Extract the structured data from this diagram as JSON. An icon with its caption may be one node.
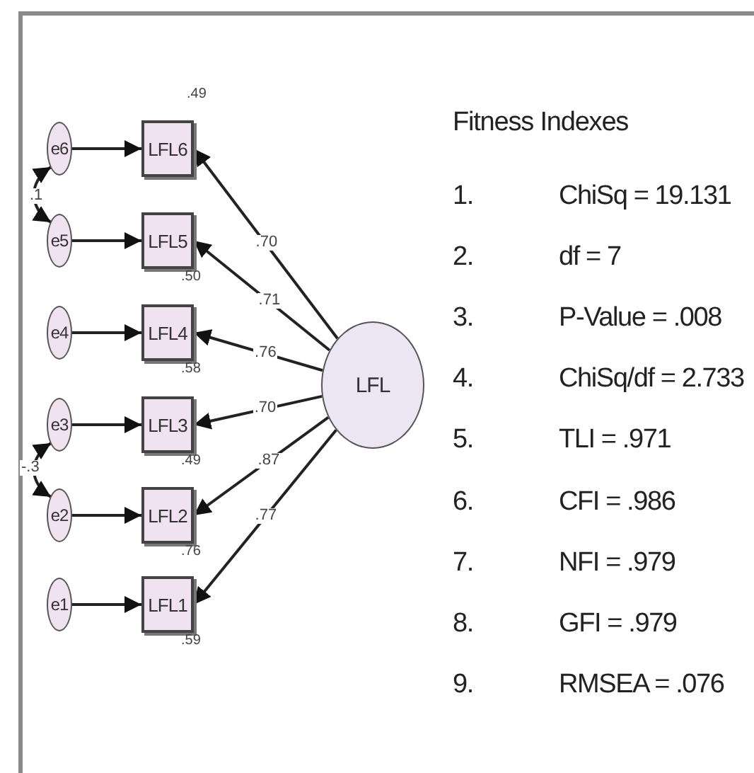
{
  "diagram": {
    "title": "Fitness Indexes",
    "nodes": [
      {
        "text": [
          "e6"
        ]
      },
      {
        "text": [
          "e5"
        ]
      },
      {
        "text": [
          "e4"
        ]
      },
      {
        "text": [
          "e3"
        ]
      },
      {
        "text": [
          "e2"
        ]
      },
      {
        "text": [
          "e1"
        ]
      },
      {
        "text": [
          "LFL6"
        ],
        "beside": [
          ".49"
        ]
      },
      {
        "text": [
          "LFL5"
        ],
        "beside": [
          ".50"
        ]
      },
      {
        "text": [
          "LFL4"
        ],
        "beside": [
          ".58"
        ]
      },
      {
        "text": [
          "LFL3"
        ],
        "beside": [
          ".49"
        ]
      },
      {
        "text": [
          "LFL2"
        ],
        "beside": [
          ".76"
        ]
      },
      {
        "text": [
          "LFL1"
        ],
        "beside": [
          ".59"
        ]
      },
      {
        "text": [
          "LFL"
        ]
      }
    ],
    "edges": [
      {
        "from": 0,
        "to": 6,
        "arrow": "to"
      },
      {
        "from": 1,
        "to": 7,
        "arrow": "to"
      },
      {
        "from": 2,
        "to": 8,
        "arrow": "to"
      },
      {
        "from": 3,
        "to": 9,
        "arrow": "to"
      },
      {
        "from": 4,
        "to": 10,
        "arrow": "to"
      },
      {
        "from": 5,
        "to": 11,
        "arrow": "to"
      },
      {
        "from": 12,
        "to": 6,
        "arrow": "to",
        "label": ".70"
      },
      {
        "from": 12,
        "to": 7,
        "arrow": "to",
        "label": ".71"
      },
      {
        "from": 12,
        "to": 8,
        "arrow": "to",
        "label": ".76"
      },
      {
        "from": 12,
        "to": 9,
        "arrow": "to",
        "label": ".70"
      },
      {
        "from": 12,
        "to": 10,
        "arrow": "to",
        "label": ".87"
      },
      {
        "from": 12,
        "to": 11,
        "arrow": "to",
        "label": ".77"
      },
      {
        "from": 0,
        "to": 1,
        "arrow": "both",
        "label": ".1"
      },
      {
        "from": 3,
        "to": 4,
        "arrow": "both",
        "label": "-.3"
      }
    ],
    "labels": [
      "1.",
      "ChiSq = 19.131",
      "2.",
      "df = 7",
      "3.",
      "P-Value = .008",
      "4.",
      "ChiSq/df = 2.733",
      "5.",
      "TLI = .971",
      "6.",
      "CFI = .986",
      "7.",
      "NFI = .979",
      "8.",
      "GFI = .979",
      "9.",
      "RMSEA = .076"
    ]
  }
}
